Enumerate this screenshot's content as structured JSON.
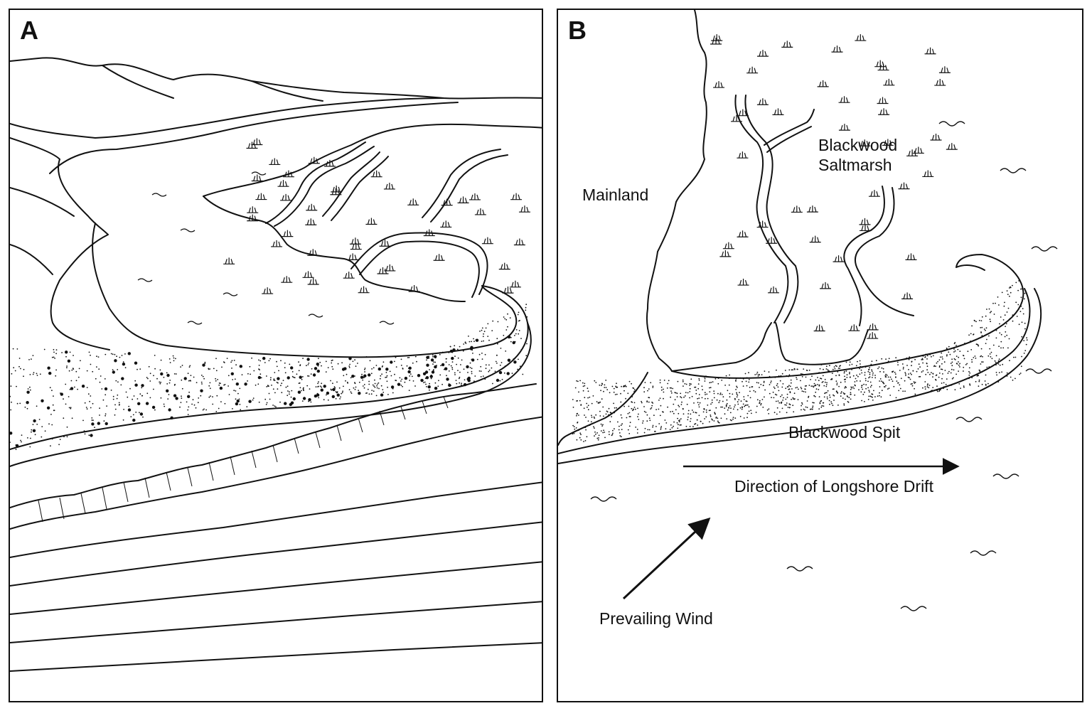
{
  "panels": {
    "a": {
      "letter": "A"
    },
    "b": {
      "letter": "B",
      "labels": {
        "mainland": "Mainland",
        "saltmarsh_line1": "Blackwood",
        "saltmarsh_line2": "Saltmarsh",
        "spit": "Blackwood Spit",
        "drift": "Direction of Longshore Drift",
        "wind": "Prevailing Wind"
      }
    }
  },
  "colors": {
    "ink": "#111111",
    "paper": "#ffffff"
  }
}
